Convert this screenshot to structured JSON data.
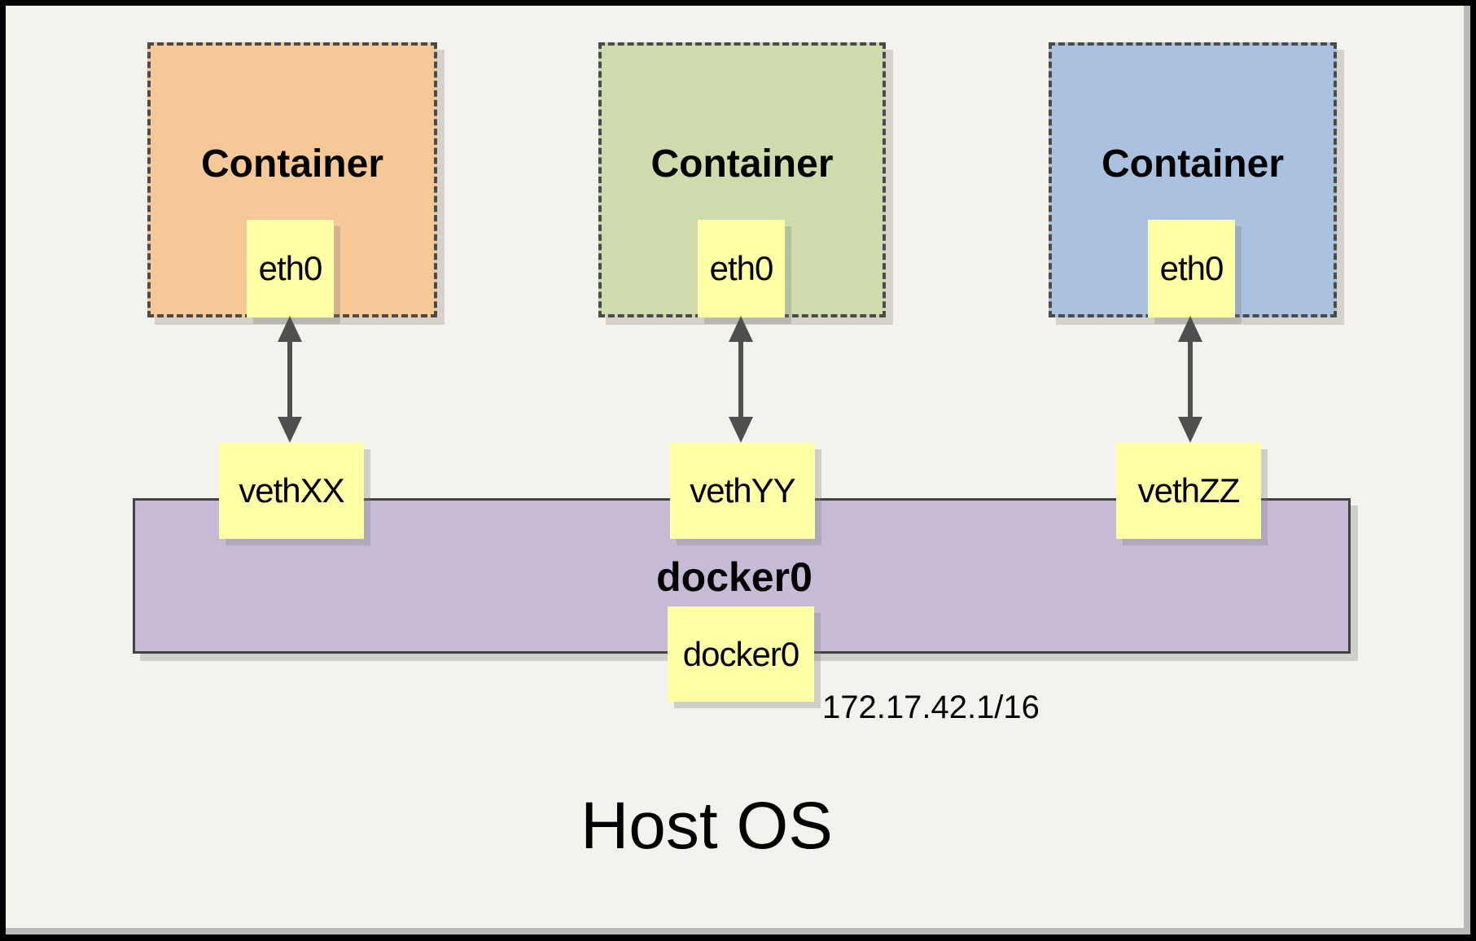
{
  "containers": [
    {
      "name": "Container",
      "interface": "eth0",
      "veth": "vethXX",
      "fill": "#f7c897"
    },
    {
      "name": "Container",
      "interface": "eth0",
      "veth": "vethYY",
      "fill": "#cedbad"
    },
    {
      "name": "Container",
      "interface": "eth0",
      "veth": "vethZZ",
      "fill": "#aac1df"
    }
  ],
  "bridge": {
    "label": "docker0",
    "interface_label": "docker0",
    "ip": "172.17.42.1/16",
    "fill": "#c6bad7"
  },
  "host": {
    "label": "Host OS"
  },
  "palette": {
    "background": "#f4f2ec",
    "note_yellow": "#ffffa5",
    "arrow_gray": "#4f4f4f",
    "frame_black": "#000000"
  }
}
